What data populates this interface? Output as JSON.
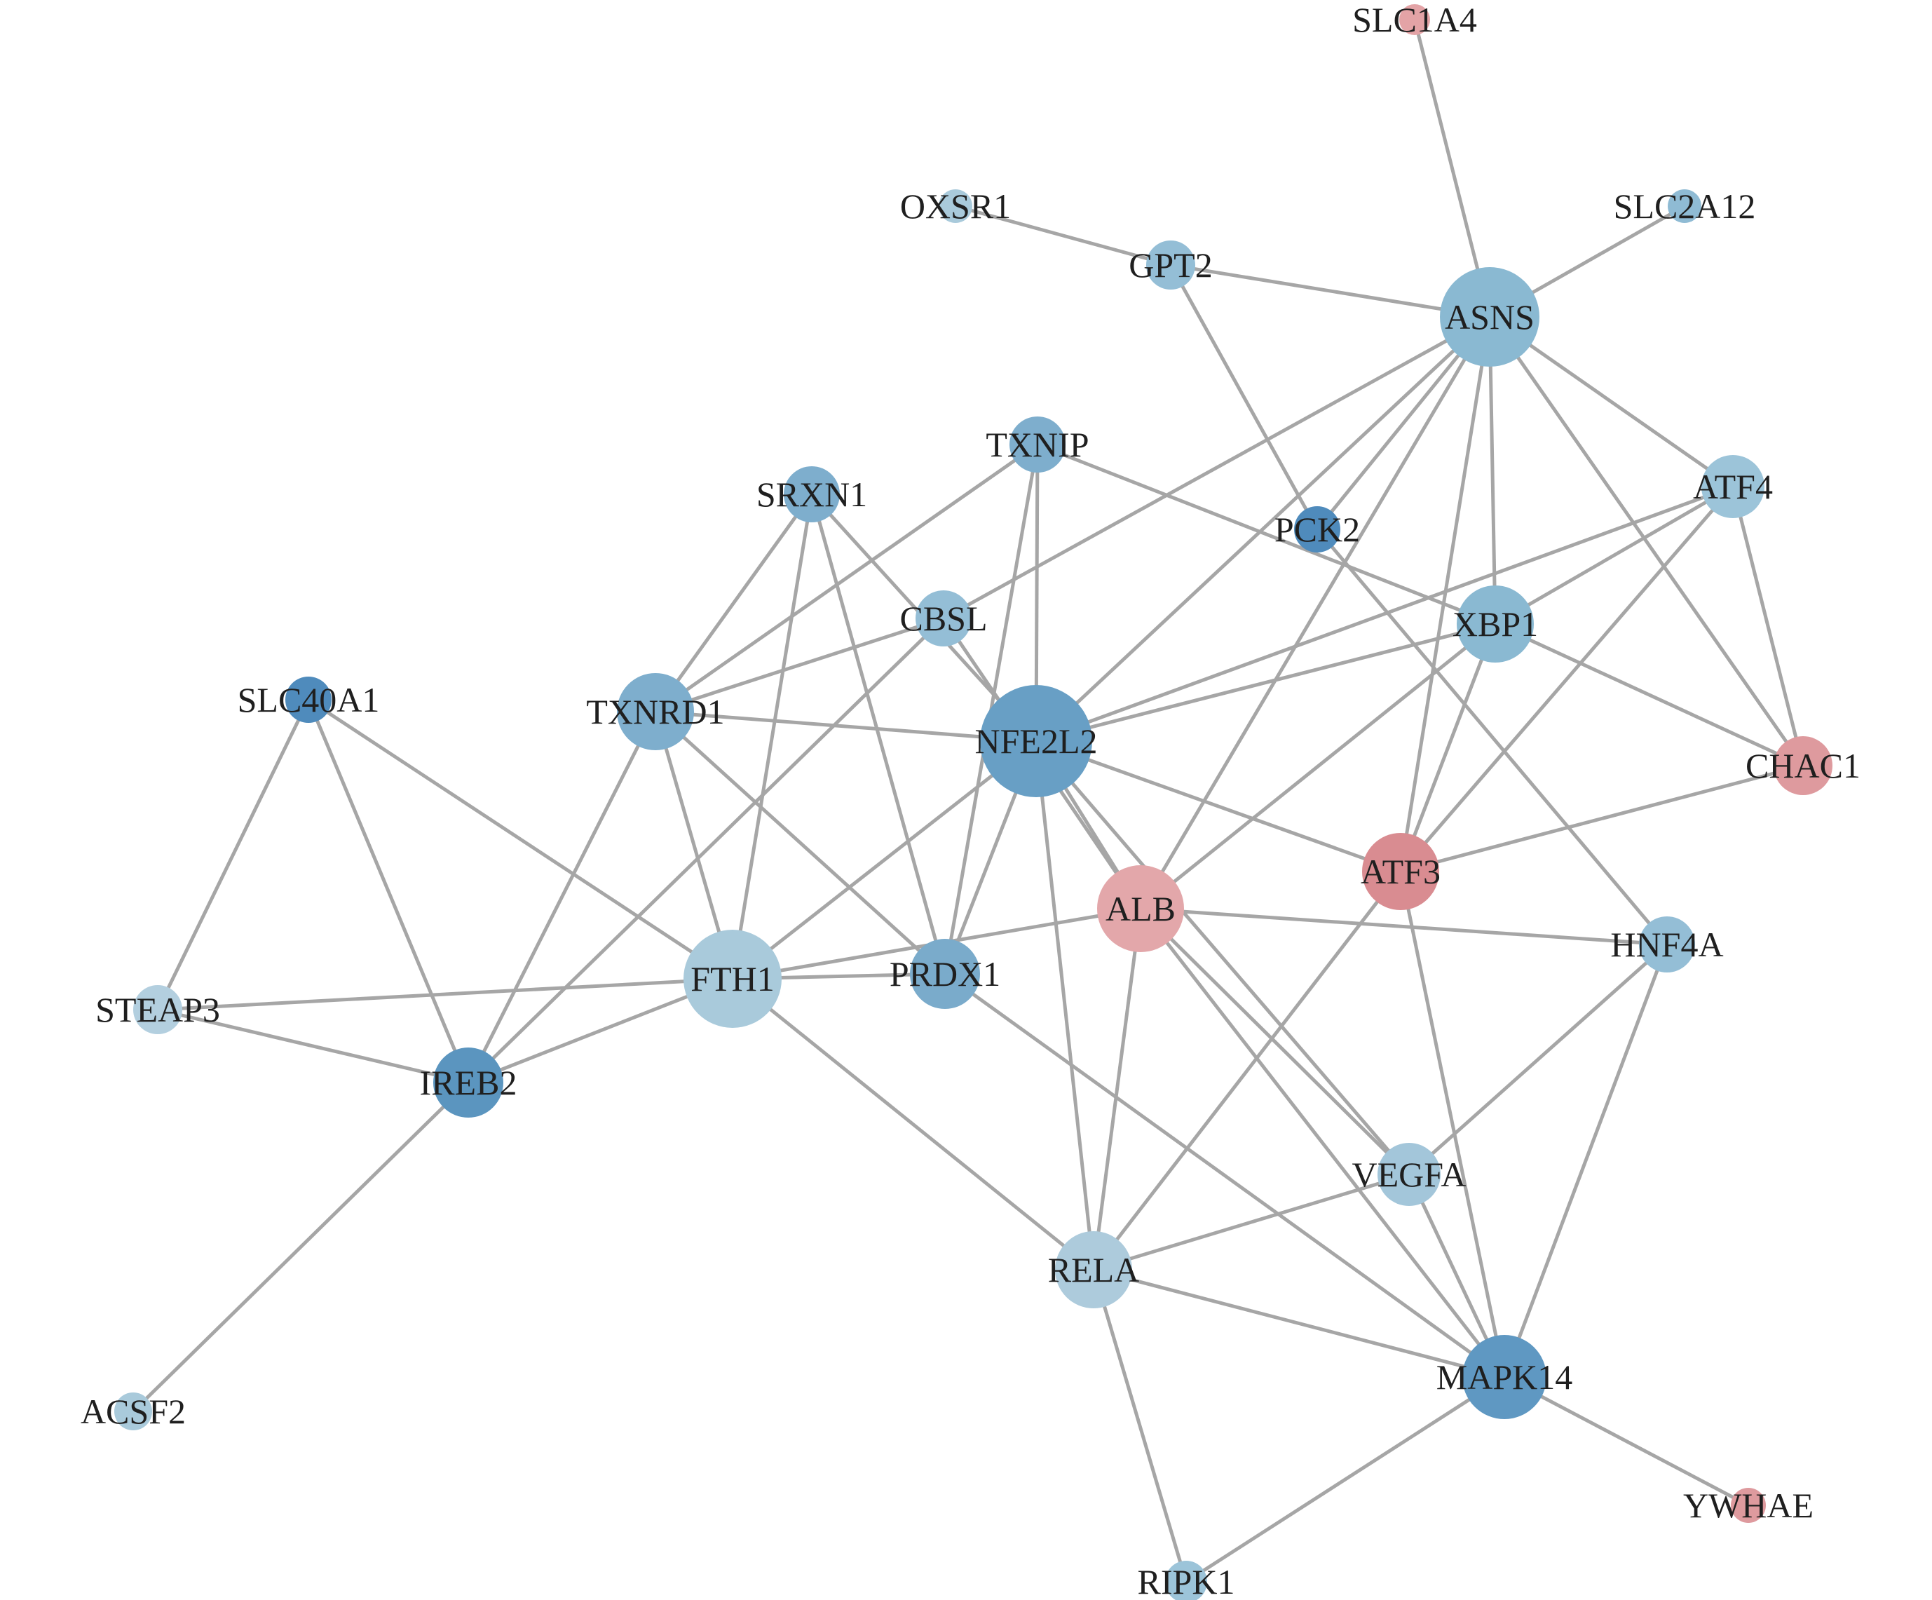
{
  "network": {
    "colors": {
      "edge": "#a6a6a6",
      "label": "#1f1f1f",
      "dark_blue": "#5b95bf",
      "mid_blue": "#7eaecd",
      "light_blue": "#a9cadb",
      "pink": "#e3a3a6",
      "red": "#d9888d"
    },
    "nodes": [
      {
        "id": "SLC1A4",
        "label": "SLC1A4",
        "color": "#e3a3a6"
      },
      {
        "id": "OXSR1",
        "label": "OXSR1",
        "color": "#a9cadb"
      },
      {
        "id": "SLC2A12",
        "label": "SLC2A12",
        "color": "#8fbbd4"
      },
      {
        "id": "GPT2",
        "label": "GPT2",
        "color": "#94bed6"
      },
      {
        "id": "ASNS",
        "label": "ASNS",
        "color": "#8ab9d2"
      },
      {
        "id": "TXNIP",
        "label": "TXNIP",
        "color": "#7eaecd"
      },
      {
        "id": "SRXN1",
        "label": "SRXN1",
        "color": "#7eaecd"
      },
      {
        "id": "PCK2",
        "label": "PCK2",
        "color": "#4f8bbc"
      },
      {
        "id": "ATF4",
        "label": "ATF4",
        "color": "#9cc4d9"
      },
      {
        "id": "CBSL",
        "label": "CBSL",
        "color": "#94bed6"
      },
      {
        "id": "XBP1",
        "label": "XBP1",
        "color": "#8ab9d2"
      },
      {
        "id": "SLC40A1",
        "label": "SLC40A1",
        "color": "#4f8bbc"
      },
      {
        "id": "TXNRD1",
        "label": "TXNRD1",
        "color": "#7eaecd"
      },
      {
        "id": "NFE2L2",
        "label": "NFE2L2",
        "color": "#689fc5"
      },
      {
        "id": "CHAC1",
        "label": "CHAC1",
        "color": "#de9a9e"
      },
      {
        "id": "ATF3",
        "label": "ATF3",
        "color": "#d98c91"
      },
      {
        "id": "ALB",
        "label": "ALB",
        "color": "#e3a7aa"
      },
      {
        "id": "HNF4A",
        "label": "HNF4A",
        "color": "#94bed6"
      },
      {
        "id": "FTH1",
        "label": "FTH1",
        "color": "#a9cadb"
      },
      {
        "id": "PRDX1",
        "label": "PRDX1",
        "color": "#7aabcb"
      },
      {
        "id": "STEAP3",
        "label": "STEAP3",
        "color": "#b3cfdf"
      },
      {
        "id": "IREB2",
        "label": "IREB2",
        "color": "#5b95bf"
      },
      {
        "id": "VEGFA",
        "label": "VEGFA",
        "color": "#a3c6da"
      },
      {
        "id": "RELA",
        "label": "RELA",
        "color": "#adcbdc"
      },
      {
        "id": "MAPK14",
        "label": "MAPK14",
        "color": "#5f98c2"
      },
      {
        "id": "ACSF2",
        "label": "ACSF2",
        "color": "#a9cadb"
      },
      {
        "id": "YWHAE",
        "label": "YWHAE",
        "color": "#de9a9e"
      },
      {
        "id": "RIPK1",
        "label": "RIPK1",
        "color": "#9cc4d9"
      }
    ],
    "edges": [
      [
        "SLC1A4",
        "ASNS"
      ],
      [
        "OXSR1",
        "GPT2"
      ],
      [
        "GPT2",
        "ASNS"
      ],
      [
        "GPT2",
        "PCK2"
      ],
      [
        "SLC2A12",
        "ASNS"
      ],
      [
        "ASNS",
        "PCK2"
      ],
      [
        "ASNS",
        "CBSL"
      ],
      [
        "ASNS",
        "NFE2L2"
      ],
      [
        "ASNS",
        "XBP1"
      ],
      [
        "ASNS",
        "ATF4"
      ],
      [
        "ASNS",
        "CHAC1"
      ],
      [
        "ASNS",
        "ATF3"
      ],
      [
        "ASNS",
        "ALB"
      ],
      [
        "PCK2",
        "HNF4A"
      ],
      [
        "TXNIP",
        "TXNRD1"
      ],
      [
        "TXNIP",
        "NFE2L2"
      ],
      [
        "TXNIP",
        "PRDX1"
      ],
      [
        "TXNIP",
        "XBP1"
      ],
      [
        "SRXN1",
        "TXNRD1"
      ],
      [
        "SRXN1",
        "NFE2L2"
      ],
      [
        "SRXN1",
        "FTH1"
      ],
      [
        "SRXN1",
        "PRDX1"
      ],
      [
        "CBSL",
        "TXNRD1"
      ],
      [
        "CBSL",
        "ALB"
      ],
      [
        "CBSL",
        "IREB2"
      ],
      [
        "TXNRD1",
        "NFE2L2"
      ],
      [
        "TXNRD1",
        "FTH1"
      ],
      [
        "TXNRD1",
        "PRDX1"
      ],
      [
        "TXNRD1",
        "IREB2"
      ],
      [
        "NFE2L2",
        "XBP1"
      ],
      [
        "NFE2L2",
        "ATF4"
      ],
      [
        "NFE2L2",
        "ATF3"
      ],
      [
        "NFE2L2",
        "ALB"
      ],
      [
        "NFE2L2",
        "FTH1"
      ],
      [
        "NFE2L2",
        "PRDX1"
      ],
      [
        "NFE2L2",
        "RELA"
      ],
      [
        "NFE2L2",
        "VEGFA"
      ],
      [
        "XBP1",
        "CHAC1"
      ],
      [
        "XBP1",
        "ATF3"
      ],
      [
        "XBP1",
        "ALB"
      ],
      [
        "ATF4",
        "XBP1"
      ],
      [
        "ATF4",
        "CHAC1"
      ],
      [
        "ATF4",
        "ATF3"
      ],
      [
        "ATF3",
        "CHAC1"
      ],
      [
        "ATF3",
        "RELA"
      ],
      [
        "ATF3",
        "MAPK14"
      ],
      [
        "ALB",
        "HNF4A"
      ],
      [
        "ALB",
        "FTH1"
      ],
      [
        "ALB",
        "RELA"
      ],
      [
        "ALB",
        "VEGFA"
      ],
      [
        "ALB",
        "MAPK14"
      ],
      [
        "HNF4A",
        "VEGFA"
      ],
      [
        "HNF4A",
        "MAPK14"
      ],
      [
        "SLC40A1",
        "STEAP3"
      ],
      [
        "SLC40A1",
        "IREB2"
      ],
      [
        "SLC40A1",
        "FTH1"
      ],
      [
        "FTH1",
        "STEAP3"
      ],
      [
        "FTH1",
        "IREB2"
      ],
      [
        "FTH1",
        "PRDX1"
      ],
      [
        "FTH1",
        "RELA"
      ],
      [
        "STEAP3",
        "IREB2"
      ],
      [
        "IREB2",
        "ACSF2"
      ],
      [
        "PRDX1",
        "MAPK14"
      ],
      [
        "VEGFA",
        "RELA"
      ],
      [
        "VEGFA",
        "MAPK14"
      ],
      [
        "RELA",
        "MAPK14"
      ],
      [
        "RELA",
        "RIPK1"
      ],
      [
        "MAPK14",
        "RIPK1"
      ],
      [
        "MAPK14",
        "YWHAE"
      ]
    ]
  }
}
